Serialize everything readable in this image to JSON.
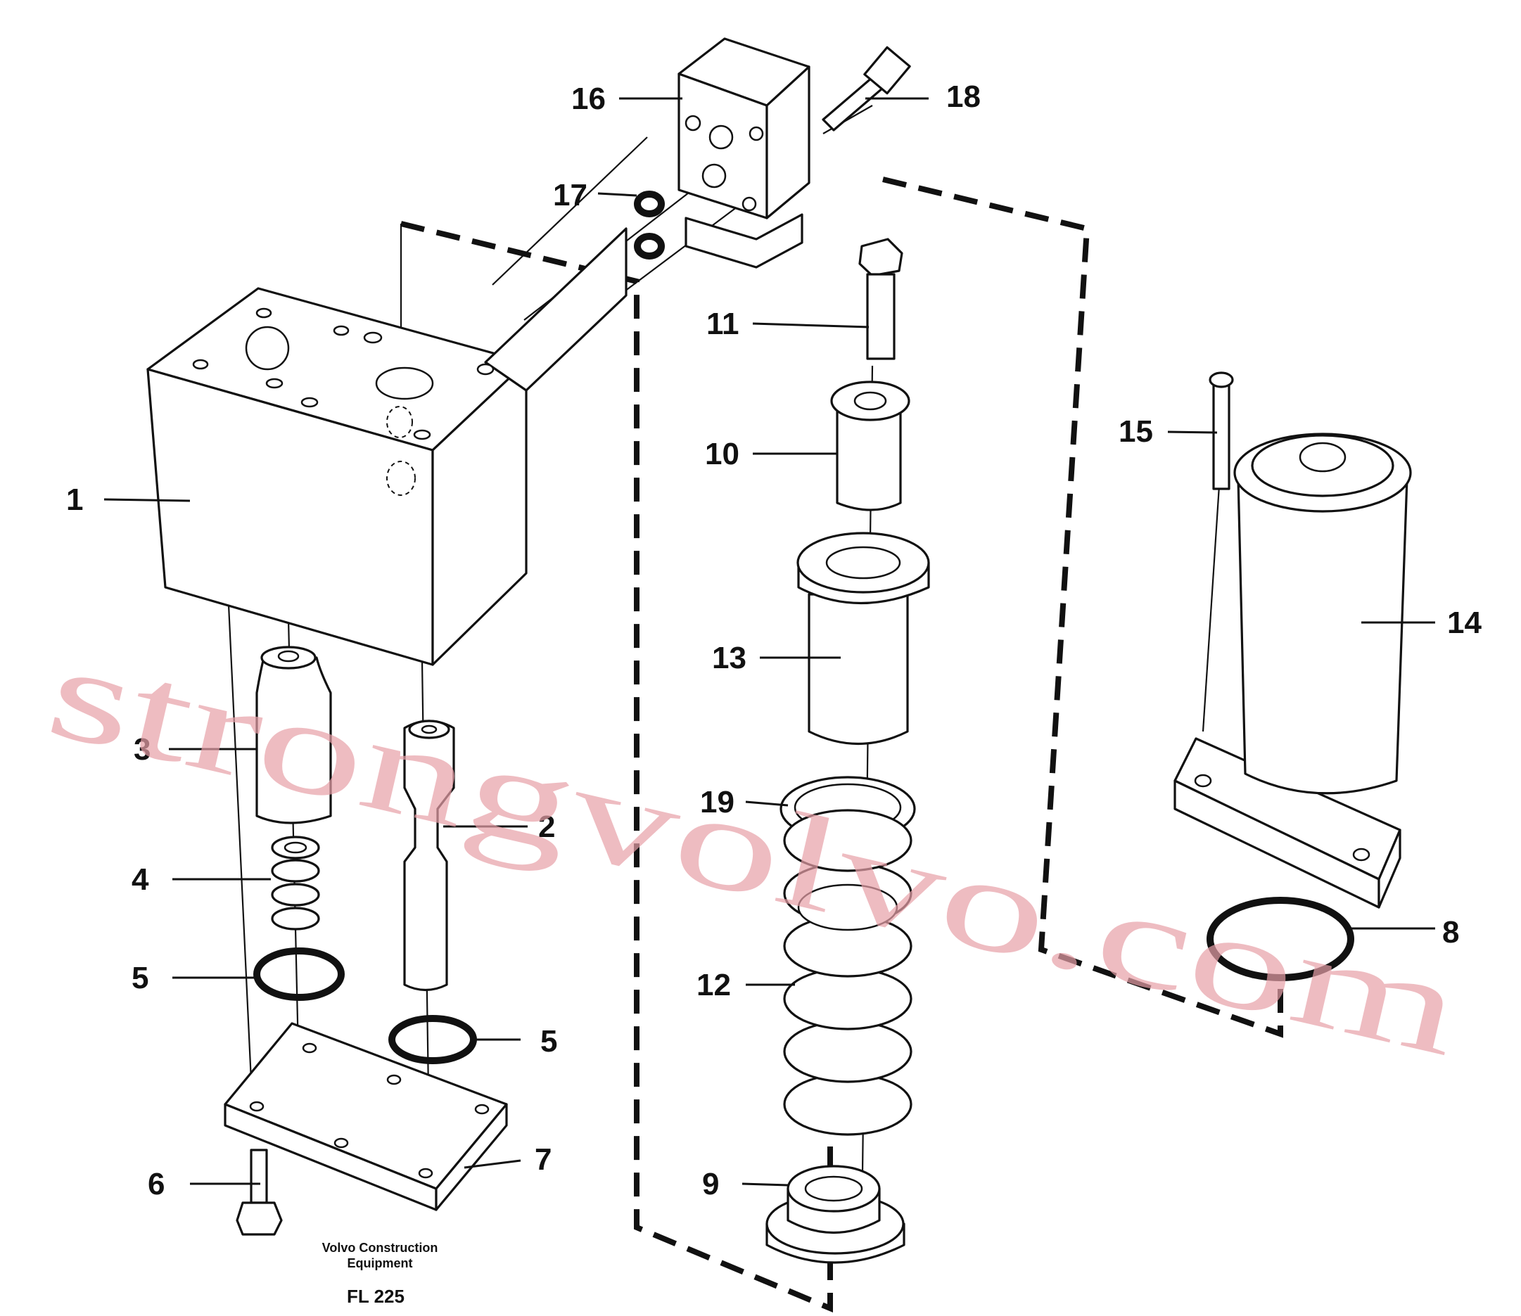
{
  "diagram": {
    "part_labels": [
      "1",
      "2",
      "3",
      "4",
      "5",
      "5",
      "6",
      "7",
      "9",
      "10",
      "11",
      "12",
      "13",
      "14",
      "15",
      "16",
      "17",
      "18",
      "19",
      "8"
    ],
    "caption": {
      "line1": "Volvo Construction",
      "line2": "Equipment",
      "code": "FL 225"
    },
    "watermark": "strongvolvo.com",
    "colors": {
      "ink": "#111111",
      "watermark": "#e8a0a8",
      "background": "#ffffff"
    }
  }
}
